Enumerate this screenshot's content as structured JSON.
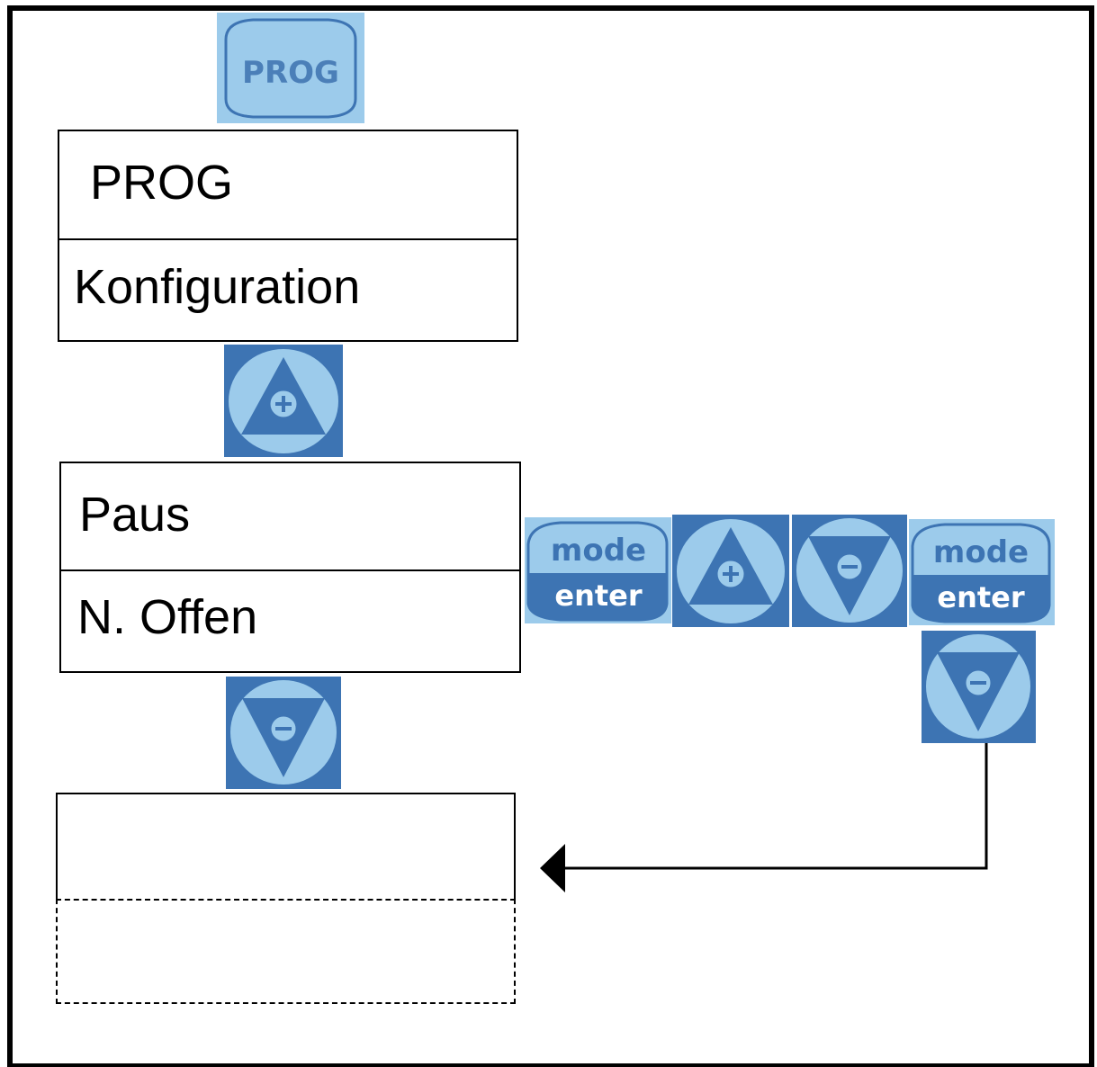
{
  "colors": {
    "button_dark": "#3d74b3",
    "button_light": "#9ccbeb",
    "button_text": "#4b7fb8",
    "mode_text": "#ffffff"
  },
  "prog_button": {
    "label": "PROG"
  },
  "box_config": {
    "line1": "PROG",
    "line2": "Konfiguration"
  },
  "box_pause": {
    "line1": "Paus",
    "line2": "N. Offen"
  },
  "mode_enter_button": {
    "top": "mode",
    "bottom": "enter"
  },
  "icons": {
    "prog": "prog-button-icon",
    "plus": "plus-triangle-icon",
    "minus": "minus-triangle-icon",
    "mode_enter": "mode-enter-button-icon",
    "arrow": "arrow-left-icon"
  }
}
